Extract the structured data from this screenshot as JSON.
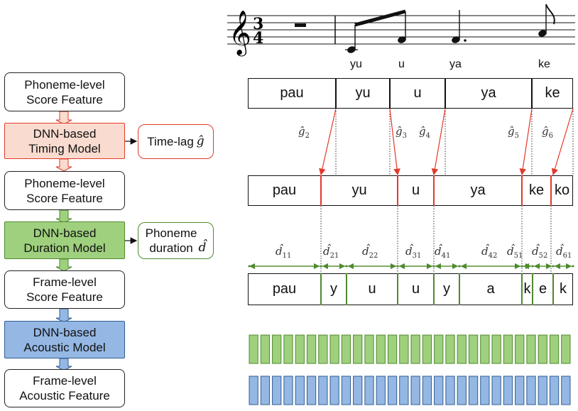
{
  "pipeline": {
    "score_in": "Phoneme-level\nScore Feature",
    "timing_model": "DNN-based\nTiming Model",
    "score_mid": "Phoneme-level\nScore Feature",
    "duration_model": "DNN-based\nDuration Model",
    "frame_score": "Frame-level\nScore Feature",
    "acoustic_model": "DNN-based\nAcoustic Model",
    "acoustic_out": "Frame-level\nAcoustic Feature",
    "timelag_text": "Time-lag",
    "timelag_sym": "ĝ",
    "duration_text": "Phoneme\nduration",
    "duration_sym": "d̂",
    "colors": {
      "timing": "#f9dccf",
      "duration": "#9fd07e",
      "acoustic": "#94b7e4",
      "red": "#e23a2a",
      "green": "#4f8a2e"
    }
  },
  "score": {
    "time_sig_top": "3",
    "time_sig_bottom": "4",
    "lyrics": [
      "yu",
      "u",
      "ya",
      "ke"
    ]
  },
  "rows": {
    "note_level": [
      "pau",
      "yu",
      "u",
      "ya",
      "ke"
    ],
    "timing_level": [
      "pau",
      "yu",
      "u",
      "ya",
      "ke",
      "ko"
    ],
    "frame_level": [
      "pau",
      "y",
      "u",
      "u",
      "y",
      "a",
      "k",
      "e",
      "k"
    ]
  },
  "timelags": [
    {
      "base": "ĝ",
      "sub": "2"
    },
    {
      "base": "ĝ",
      "sub": "3"
    },
    {
      "base": "ĝ",
      "sub": "4"
    },
    {
      "base": "ĝ",
      "sub": "5"
    },
    {
      "base": "ĝ",
      "sub": "6"
    }
  ],
  "durations": [
    {
      "base": "d̂",
      "sub": "11"
    },
    {
      "base": "d̂",
      "sub": "21"
    },
    {
      "base": "d̂",
      "sub": "22"
    },
    {
      "base": "d̂",
      "sub": "31"
    },
    {
      "base": "d̂",
      "sub": "41"
    },
    {
      "base": "d̂",
      "sub": "42"
    },
    {
      "base": "d̂",
      "sub": "51"
    },
    {
      "base": "d̂",
      "sub": "52"
    },
    {
      "base": "d̂",
      "sub": "61"
    }
  ],
  "frames": {
    "green_count": 28,
    "blue_count": 28
  }
}
